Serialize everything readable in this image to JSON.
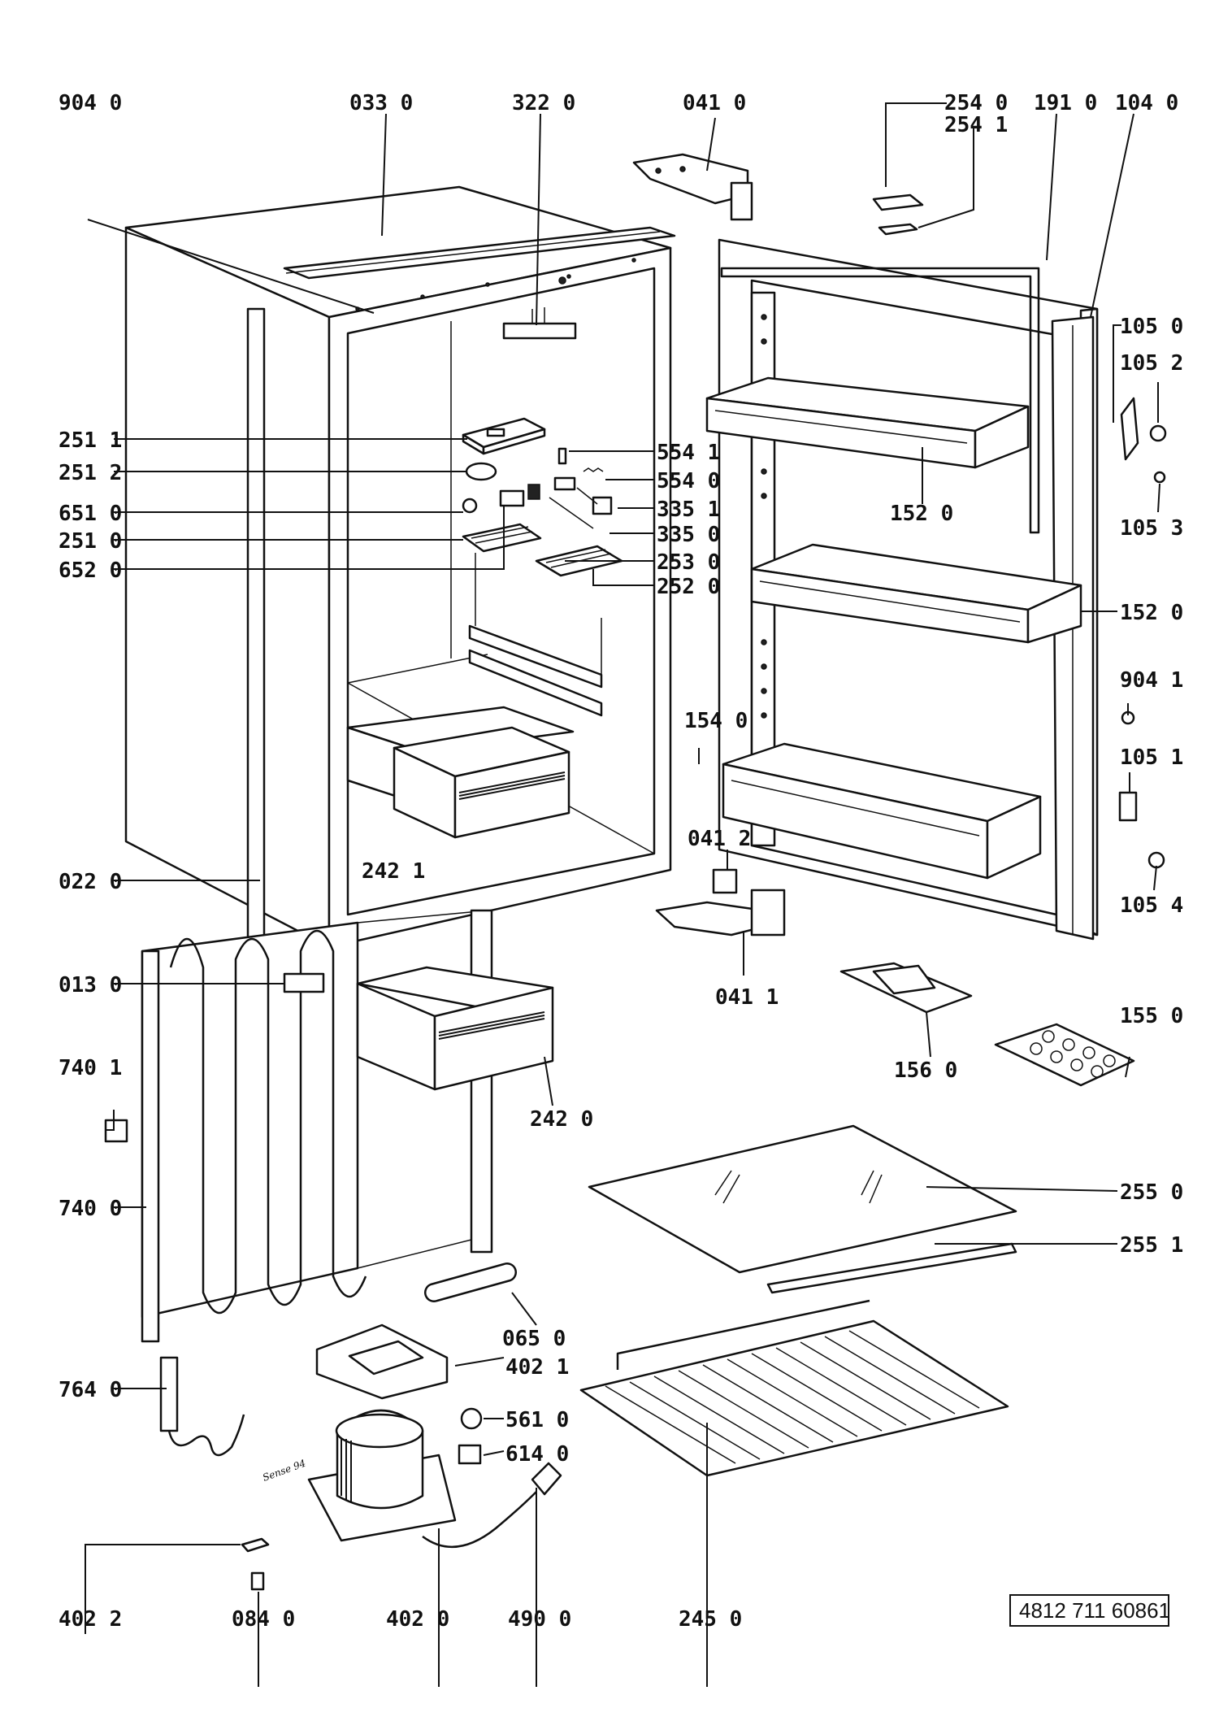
{
  "labels": {
    "p9040": "904 0",
    "p0330": "033 0",
    "p3220": "322 0",
    "p0410": "041 0",
    "p2540": "254 0",
    "p2541": "254 1",
    "p1910": "191 0",
    "p1040": "104 0",
    "p1050": "105 0",
    "p1052": "105 2",
    "p1053": "105 3",
    "p2511": "251 1",
    "p2512": "251 2",
    "p6510": "651 0",
    "p2510": "251 0",
    "p6520": "652 0",
    "p5541": "554 1",
    "p5540": "554 0",
    "p3351": "335 1",
    "p3350": "335 0",
    "p2530": "253 0",
    "p2520": "252 0",
    "p1520a": "152 0",
    "p1520b": "152 0",
    "p9041": "904 1",
    "p1540": "154 0",
    "p1051": "105 1",
    "p0412": "041 2",
    "p1054": "105 4",
    "p2421": "242 1",
    "p0220": "022 0",
    "p0411": "041 1",
    "p0130": "013 0",
    "p1560": "156 0",
    "p1550": "155 0",
    "p7401": "740 1",
    "p2420": "242 0",
    "p2550": "255 0",
    "p7400": "740 0",
    "p2551": "255 1",
    "p0650": "065 0",
    "p4021": "402 1",
    "p7640": "764 0",
    "p5610": "561 0",
    "p6140": "614 0",
    "p4022": "402 2",
    "p0840": "084 0",
    "p4020": "402 0",
    "p4900": "490 0",
    "p2450": "245 0"
  },
  "reference_number": "4812 711 60861",
  "handwritten_note": "Sense 94"
}
